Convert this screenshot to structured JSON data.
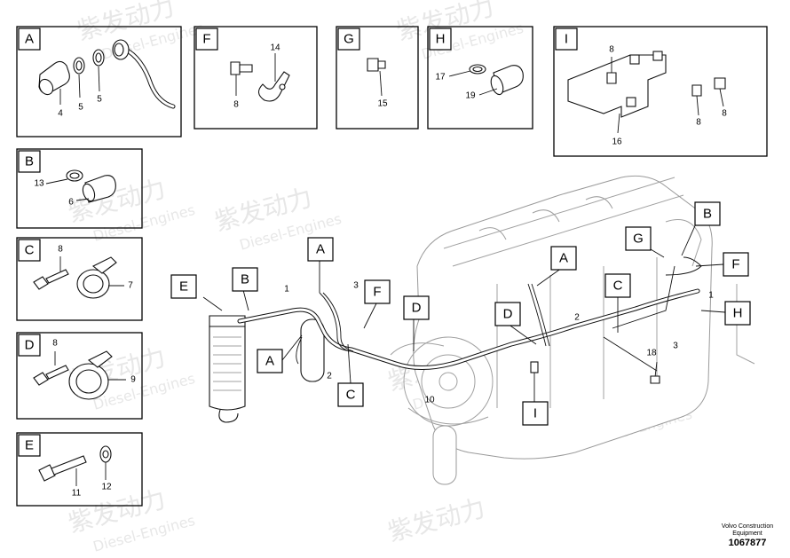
{
  "panels": [
    {
      "letter": "A",
      "parts": [
        "4",
        "5",
        "5"
      ]
    },
    {
      "letter": "F",
      "parts": [
        "14",
        "8"
      ]
    },
    {
      "letter": "G",
      "parts": [
        "15"
      ]
    },
    {
      "letter": "H",
      "parts": [
        "17",
        "19"
      ]
    },
    {
      "letter": "I",
      "parts": [
        "8",
        "8",
        "8",
        "16"
      ]
    },
    {
      "letter": "B",
      "parts": [
        "13",
        "6"
      ]
    },
    {
      "letter": "C",
      "parts": [
        "8",
        "7"
      ]
    },
    {
      "letter": "D",
      "parts": [
        "8",
        "9"
      ]
    },
    {
      "letter": "E",
      "parts": [
        "11",
        "12"
      ]
    }
  ],
  "main_tags": [
    "E",
    "B",
    "A",
    "F",
    "A",
    "C",
    "D",
    "D",
    "A",
    "C",
    "G",
    "B",
    "F",
    "H",
    "I"
  ],
  "main_numbers": [
    "1",
    "3",
    "2",
    "10",
    "2",
    "1",
    "3",
    "18"
  ],
  "watermark": {
    "brand": "紫发动力",
    "sub": "Diesel-Engines"
  },
  "footer": {
    "company": "Volvo Construction",
    "division": "Equipment",
    "drawing_number": "1067877"
  },
  "colors": {
    "line": "#000000",
    "background": "#ffffff",
    "engine_outline": "#9a9a9a",
    "watermark": "#d4d4d4"
  }
}
